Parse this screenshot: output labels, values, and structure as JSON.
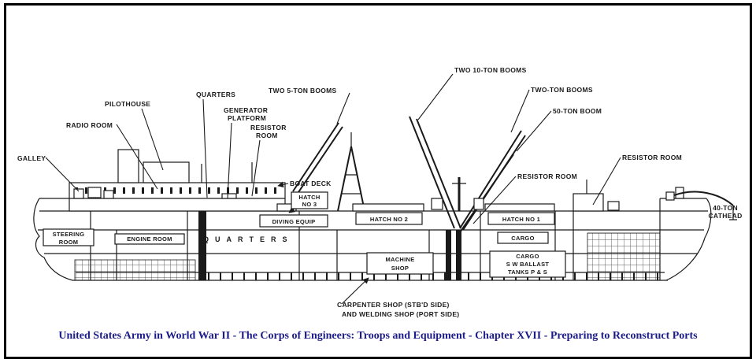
{
  "colors": {
    "ink": "#1a1a1a",
    "frame": "#000000",
    "background": "#ffffff",
    "caption_color": "#1b1b8a"
  },
  "caption": "United States Army in World War II - The Corps of Engineers: Troops and Equipment - Chapter XVII - Preparing to Reconstruct Ports",
  "diagram": {
    "labels": {
      "galley": "GALLEY",
      "radio_room": "RADIO ROOM",
      "pilothouse": "PILOTHOUSE",
      "quarters_top": "QUARTERS",
      "generator_platform_l1": "GENERATOR",
      "generator_platform_l2": "PLATFORM",
      "resistor_top_l1": "RESISTOR",
      "resistor_top_l2": "ROOM",
      "five_ton_booms": "TWO 5-TON BOOMS",
      "ten_ton_booms": "TWO 10-TON BOOMS",
      "two_ton_booms": "TWO-TON BOOMS",
      "fifty_ton_boom": "50-TON BOOM",
      "resistor_mid": "RESISTOR ROOM",
      "resistor_right": "RESISTOR ROOM",
      "cathead_l1": "40-TON",
      "cathead_l2": "CATHEAD",
      "boat_deck": "BOAT DECK",
      "hatch3_l1": "HATCH",
      "hatch3_l2": "NO 3",
      "hatch2": "HATCH NO 2",
      "hatch1": "HATCH NO 1",
      "diving_equip": "DIVING EQUIP",
      "steering_l1": "STEERING",
      "steering_l2": "ROOM",
      "engine_room": "ENGINE ROOM",
      "quarters_hull": "QUARTERS",
      "machine_l1": "MACHINE",
      "machine_l2": "SHOP",
      "cargo_upper": "CARGO",
      "cargo_l1": "CARGO",
      "cargo_l2": "S W BALLAST",
      "cargo_l3": "TANKS P & S",
      "carpenter_l1": "CARPENTER SHOP (STB'D SIDE)",
      "carpenter_l2": "AND WELDING SHOP (PORT SIDE)"
    }
  }
}
